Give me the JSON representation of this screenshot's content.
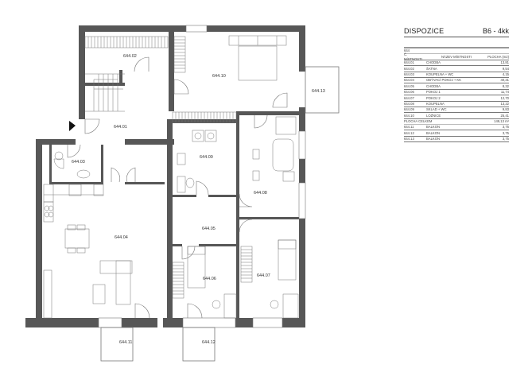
{
  "legend": {
    "title": "DISPOZICE",
    "unit_code": "B6 - 4kk",
    "group": "644",
    "headers": {
      "number": "Č. MÍSTNOSTI",
      "name": "NÁZEV MÍSTNOSTI",
      "area": "PLOCHA (m2)"
    },
    "rooms": [
      {
        "number": "644.01",
        "name": "CHODBA",
        "area": "13,81"
      },
      {
        "number": "644.02",
        "name": "ŠATNA",
        "area": "9,54"
      },
      {
        "number": "644.03",
        "name": "KOUPELNA + WC",
        "area": "4,15"
      },
      {
        "number": "644.04",
        "name": "OBÝVACÍ POKOJ + KK",
        "area": "40,31"
      },
      {
        "number": "644.05",
        "name": "CHODBA",
        "area": "8,32"
      },
      {
        "number": "644.06",
        "name": "POKOJ 1",
        "area": "11,74"
      },
      {
        "number": "644.07",
        "name": "POKOJ 2",
        "area": "12,70"
      },
      {
        "number": "644.08",
        "name": "KOUPELNA",
        "area": "13,22"
      },
      {
        "number": "644.09",
        "name": "SKLAD + WC",
        "area": "9,83"
      },
      {
        "number": "644.10",
        "name": "LOŽNICE",
        "area": "25,41"
      }
    ],
    "total": {
      "label": "PLOCHA CELKEM",
      "area": "149,13 m²"
    },
    "balconies": [
      {
        "number": "644.11",
        "name": "BALKON",
        "area": "3,75"
      },
      {
        "number": "644.12",
        "name": "BALKON",
        "area": "3,75"
      },
      {
        "number": "644.13",
        "name": "BALKON",
        "area": "3,75"
      }
    ]
  },
  "plan": {
    "labels": {
      "r01": "644.01",
      "r02": "644.02",
      "r03": "644.03",
      "r04": "644.04",
      "r05": "644.05",
      "r06": "644.06",
      "r07": "644.07",
      "r08": "644.08",
      "r09": "644.09",
      "r10": "644.10",
      "r11": "644.11",
      "r12": "644.12",
      "r13": "644.13"
    },
    "colors": {
      "wall": "#555555",
      "line": "#666666"
    }
  }
}
